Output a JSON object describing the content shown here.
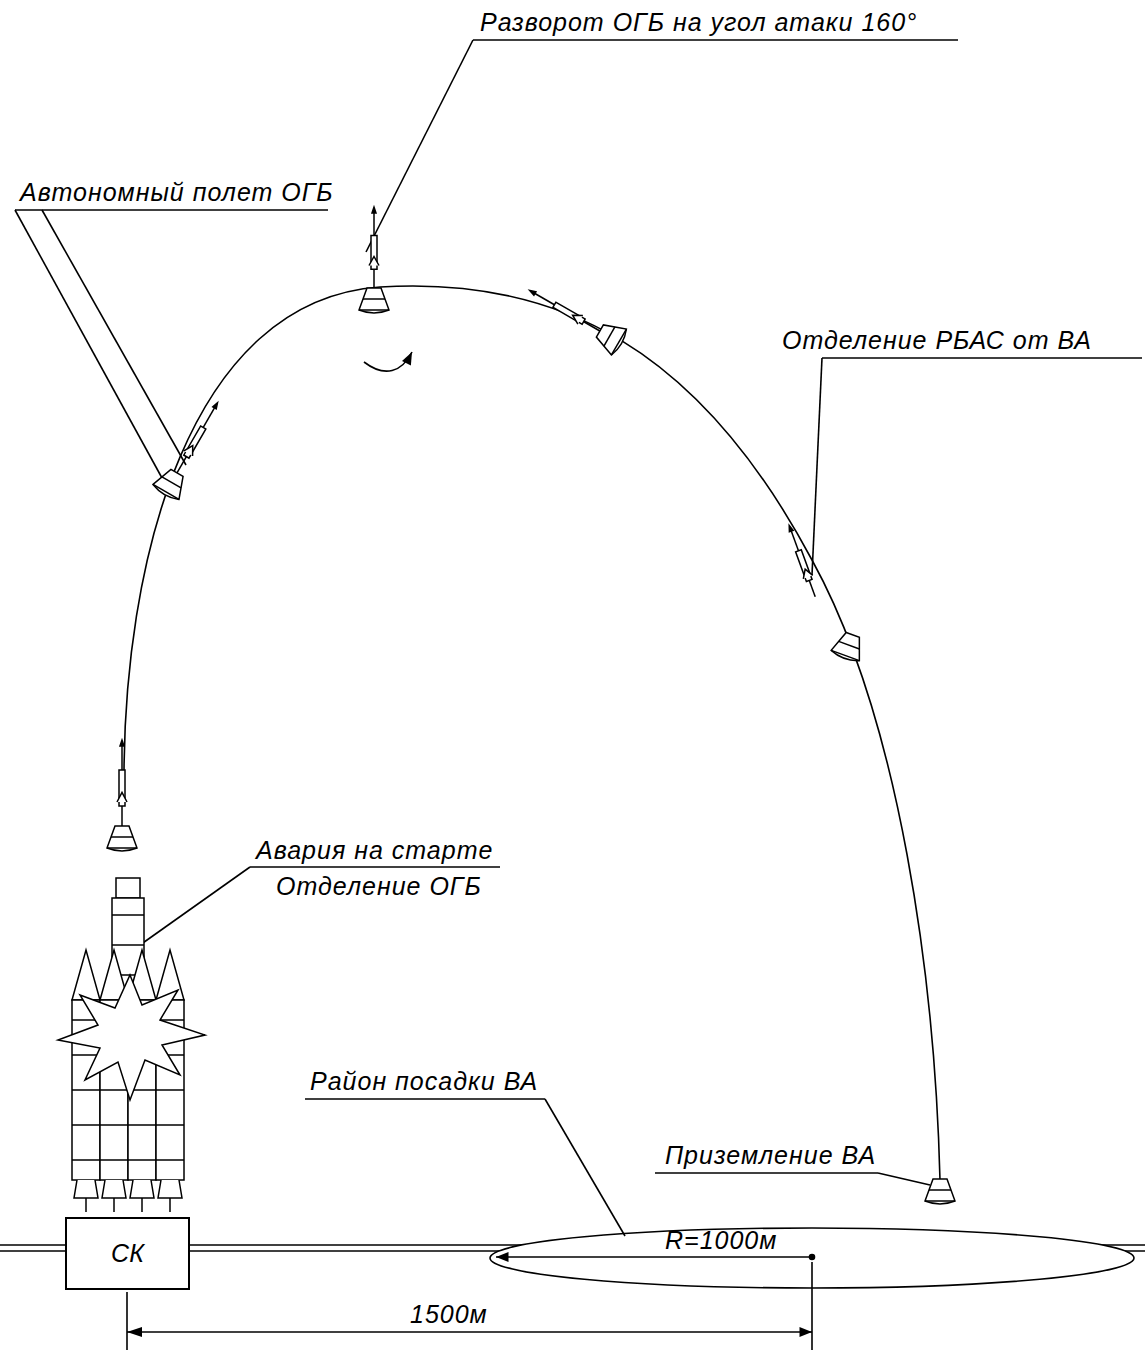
{
  "diagram": {
    "nodes": [
      {
        "text": [
          "СК"
        ]
      }
    ],
    "labels": [
      "Разворот ОГБ на угол атаки 160°",
      "Автономный полет ОГБ",
      "Отделение РБАС от ВА",
      "Авария на старте",
      "Отделение ОГБ",
      "Район посадки ВА",
      "Приземление ВА",
      "R=1000м",
      "1500м"
    ]
  }
}
